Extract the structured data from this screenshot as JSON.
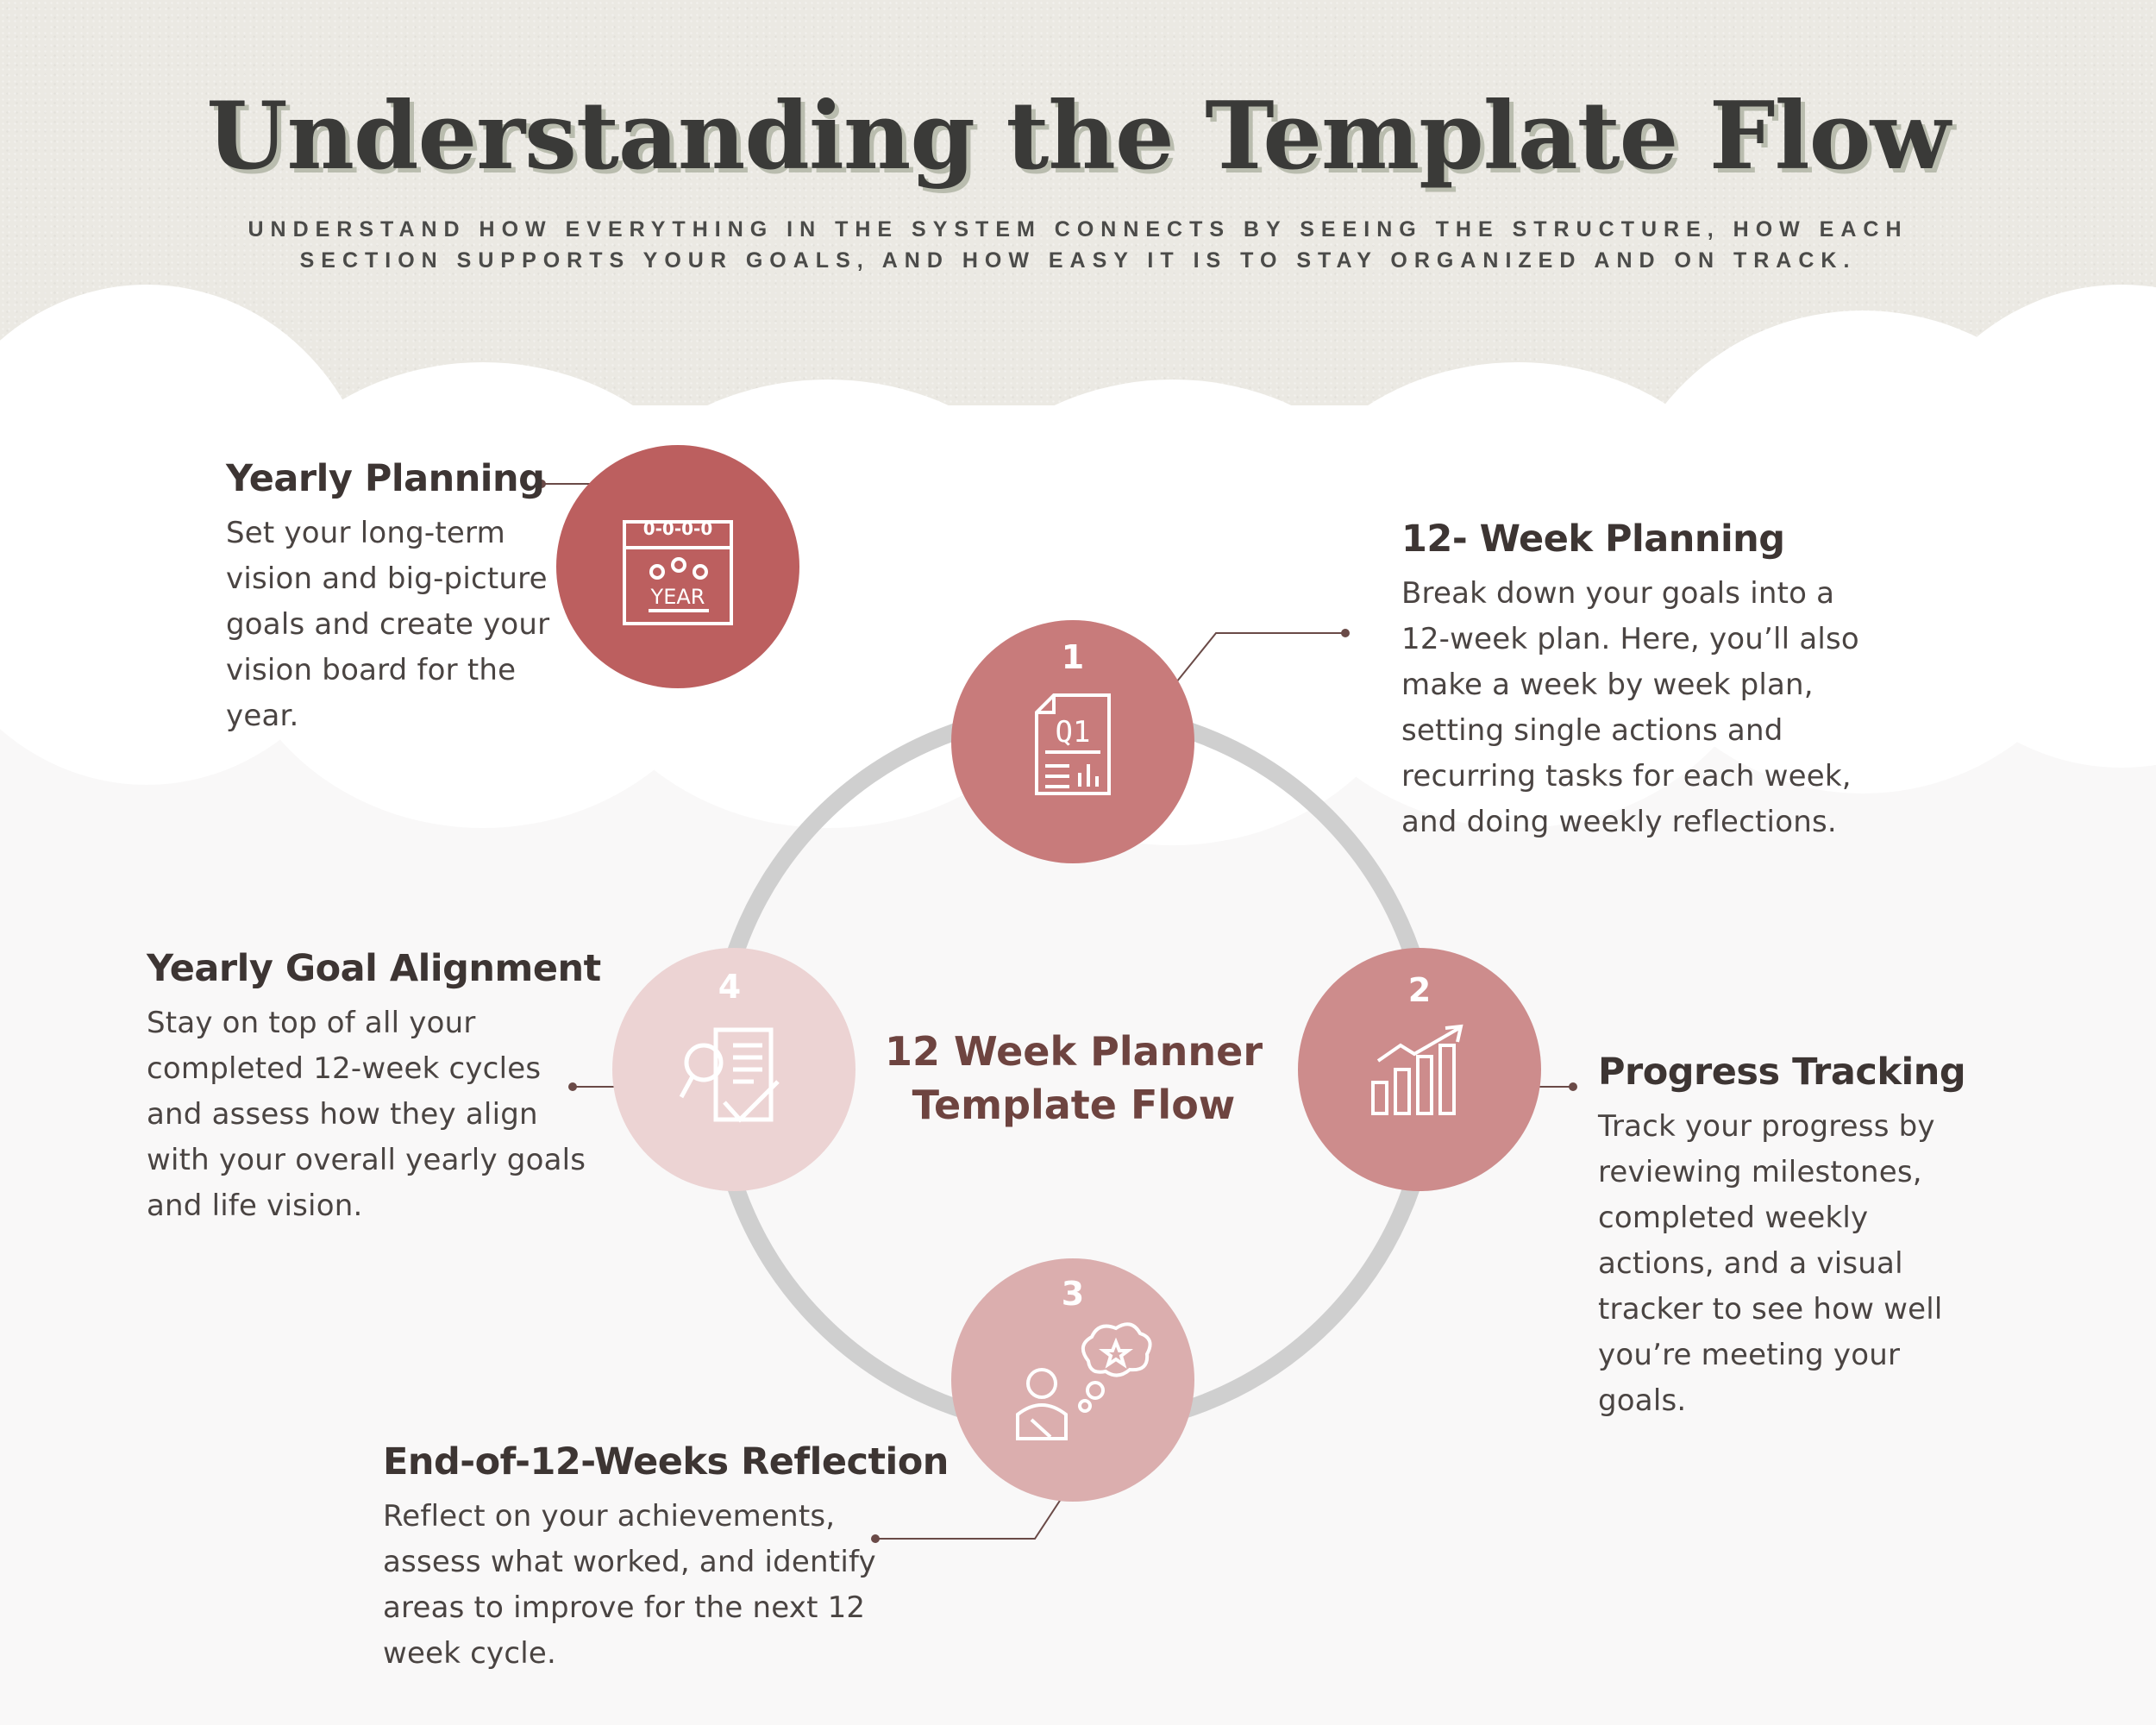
{
  "header": {
    "title": "Understanding the Template Flow",
    "subtitle": "UNDERSTAND HOW EVERYTHING IN THE SYSTEM CONNECTS BY SEEING THE STRUCTURE, HOW EACH SECTION SUPPORTS YOUR GOALS, AND HOW EASY IT IS TO STAY ORGANIZED AND ON TRACK."
  },
  "center": {
    "line1": "12 Week Planner",
    "line2": "Template Flow"
  },
  "colors": {
    "circle_yearly": "#bc5f5f",
    "circle_step1": "#c87b7b",
    "circle_step2": "#cd8c8c",
    "circle_step3": "#dbaeae",
    "circle_step4": "#ecd3d3",
    "ring": "#cfcfcf",
    "header_bg": "#ebe9e3"
  },
  "yearly_planning": {
    "icon": "year-calendar-icon",
    "heading": "Yearly Planning",
    "lines": [
      "Set your long-term",
      "vision and big-picture",
      "goals and create your",
      "vision board for the",
      "year."
    ]
  },
  "steps": [
    {
      "number": "1",
      "icon": "q1-report-icon",
      "heading": "12- Week Planning",
      "lines": [
        "Break down your goals into a",
        "12-week plan. Here, you’ll also",
        "make a week by week plan,",
        "setting single actions and",
        "recurring tasks for each week,",
        "and doing weekly reflections."
      ]
    },
    {
      "number": "2",
      "icon": "bar-chart-growth-icon",
      "heading": "Progress Tracking",
      "lines": [
        "Track your progress by",
        "reviewing milestones,",
        "completed weekly",
        "actions, and a visual",
        "tracker to see how well",
        "you’re meeting your",
        "goals."
      ]
    },
    {
      "number": "3",
      "icon": "person-thinking-icon",
      "heading": "End-of-12-Weeks Reflection",
      "lines": [
        "Reflect on your achievements,",
        "assess what worked, and identify",
        "areas to improve for the next 12",
        "week cycle."
      ]
    },
    {
      "number": "4",
      "icon": "document-magnifier-check-icon",
      "heading": "Yearly Goal Alignment",
      "lines": [
        "Stay on top of all your",
        "completed 12-week cycles",
        "and assess how they align",
        "with your overall yearly goals",
        "and life vision."
      ]
    }
  ]
}
